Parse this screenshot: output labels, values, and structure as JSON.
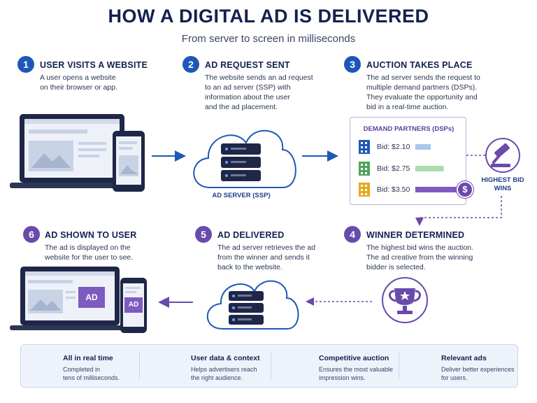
{
  "title": "HOW A DIGITAL AD IS DELIVERED",
  "subtitle": "From server to screen in milliseconds",
  "steps": [
    {
      "num": "1",
      "title": "USER VISITS A WEBSITE",
      "desc": [
        "A user opens a website",
        "on their browser or app."
      ]
    },
    {
      "num": "2",
      "title": "AD REQUEST SENT",
      "desc": [
        "The website sends an ad request",
        "to an ad server (SSP) with",
        "information about the user",
        "and the ad placement."
      ]
    },
    {
      "num": "3",
      "title": "AUCTION TAKES PLACE",
      "desc": [
        "The ad server sends the request to",
        "multiple demand partners (DSPs).",
        "They evaluate the opportunity and",
        "bid in a real-time auction."
      ]
    },
    {
      "num": "4",
      "title": "WINNER DETERMINED",
      "desc": [
        "The highest bid wins the auction.",
        "The ad creative from the winning",
        "bidder is selected."
      ]
    },
    {
      "num": "5",
      "title": "AD DELIVERED",
      "desc": [
        "The ad server retrieves the ad",
        "from the winner and sends it",
        "back to the website."
      ]
    },
    {
      "num": "6",
      "title": "AD SHOWN TO USER",
      "desc": [
        "The ad is displayed on the",
        "website for the user to see."
      ]
    }
  ],
  "ad_server_label": "AD SERVER (SSP)",
  "demand_partners": {
    "title": "DEMAND PARTNERS (DSPs)",
    "bids": [
      {
        "label": "Bid: $2.10",
        "value": 2.1,
        "color": "#1f57b8",
        "bar_color": "#a9c6ee"
      },
      {
        "label": "Bid: $2.75",
        "value": 2.75,
        "color": "#4ea45c",
        "bar_color": "#a9dcae"
      },
      {
        "label": "Bid: $3.50",
        "value": 3.5,
        "color": "#e8a922",
        "bar_color": "#7d5bc0"
      }
    ],
    "winner_symbol": "$"
  },
  "highest_bid_label": [
    "HIGHEST BID",
    "WINS"
  ],
  "ad_badge": "AD",
  "features": [
    {
      "icon": "clock-icon",
      "title": "All in real time",
      "desc": [
        "Completed in",
        "tens of milliseconds."
      ]
    },
    {
      "icon": "shield-user-icon",
      "title": "User data & context",
      "desc": [
        "Helps advertisers reach",
        "the right audience."
      ]
    },
    {
      "icon": "bar-chart-icon",
      "title": "Competitive auction",
      "desc": [
        "Ensures the most valuable",
        "impression wins."
      ]
    },
    {
      "icon": "target-icon",
      "title": "Relevant ads",
      "desc": [
        "Deliver better experiences",
        "for users."
      ]
    }
  ],
  "colors": {
    "navy": "#13214f",
    "blue": "#1f57b8",
    "purple": "#6a4aaa"
  }
}
